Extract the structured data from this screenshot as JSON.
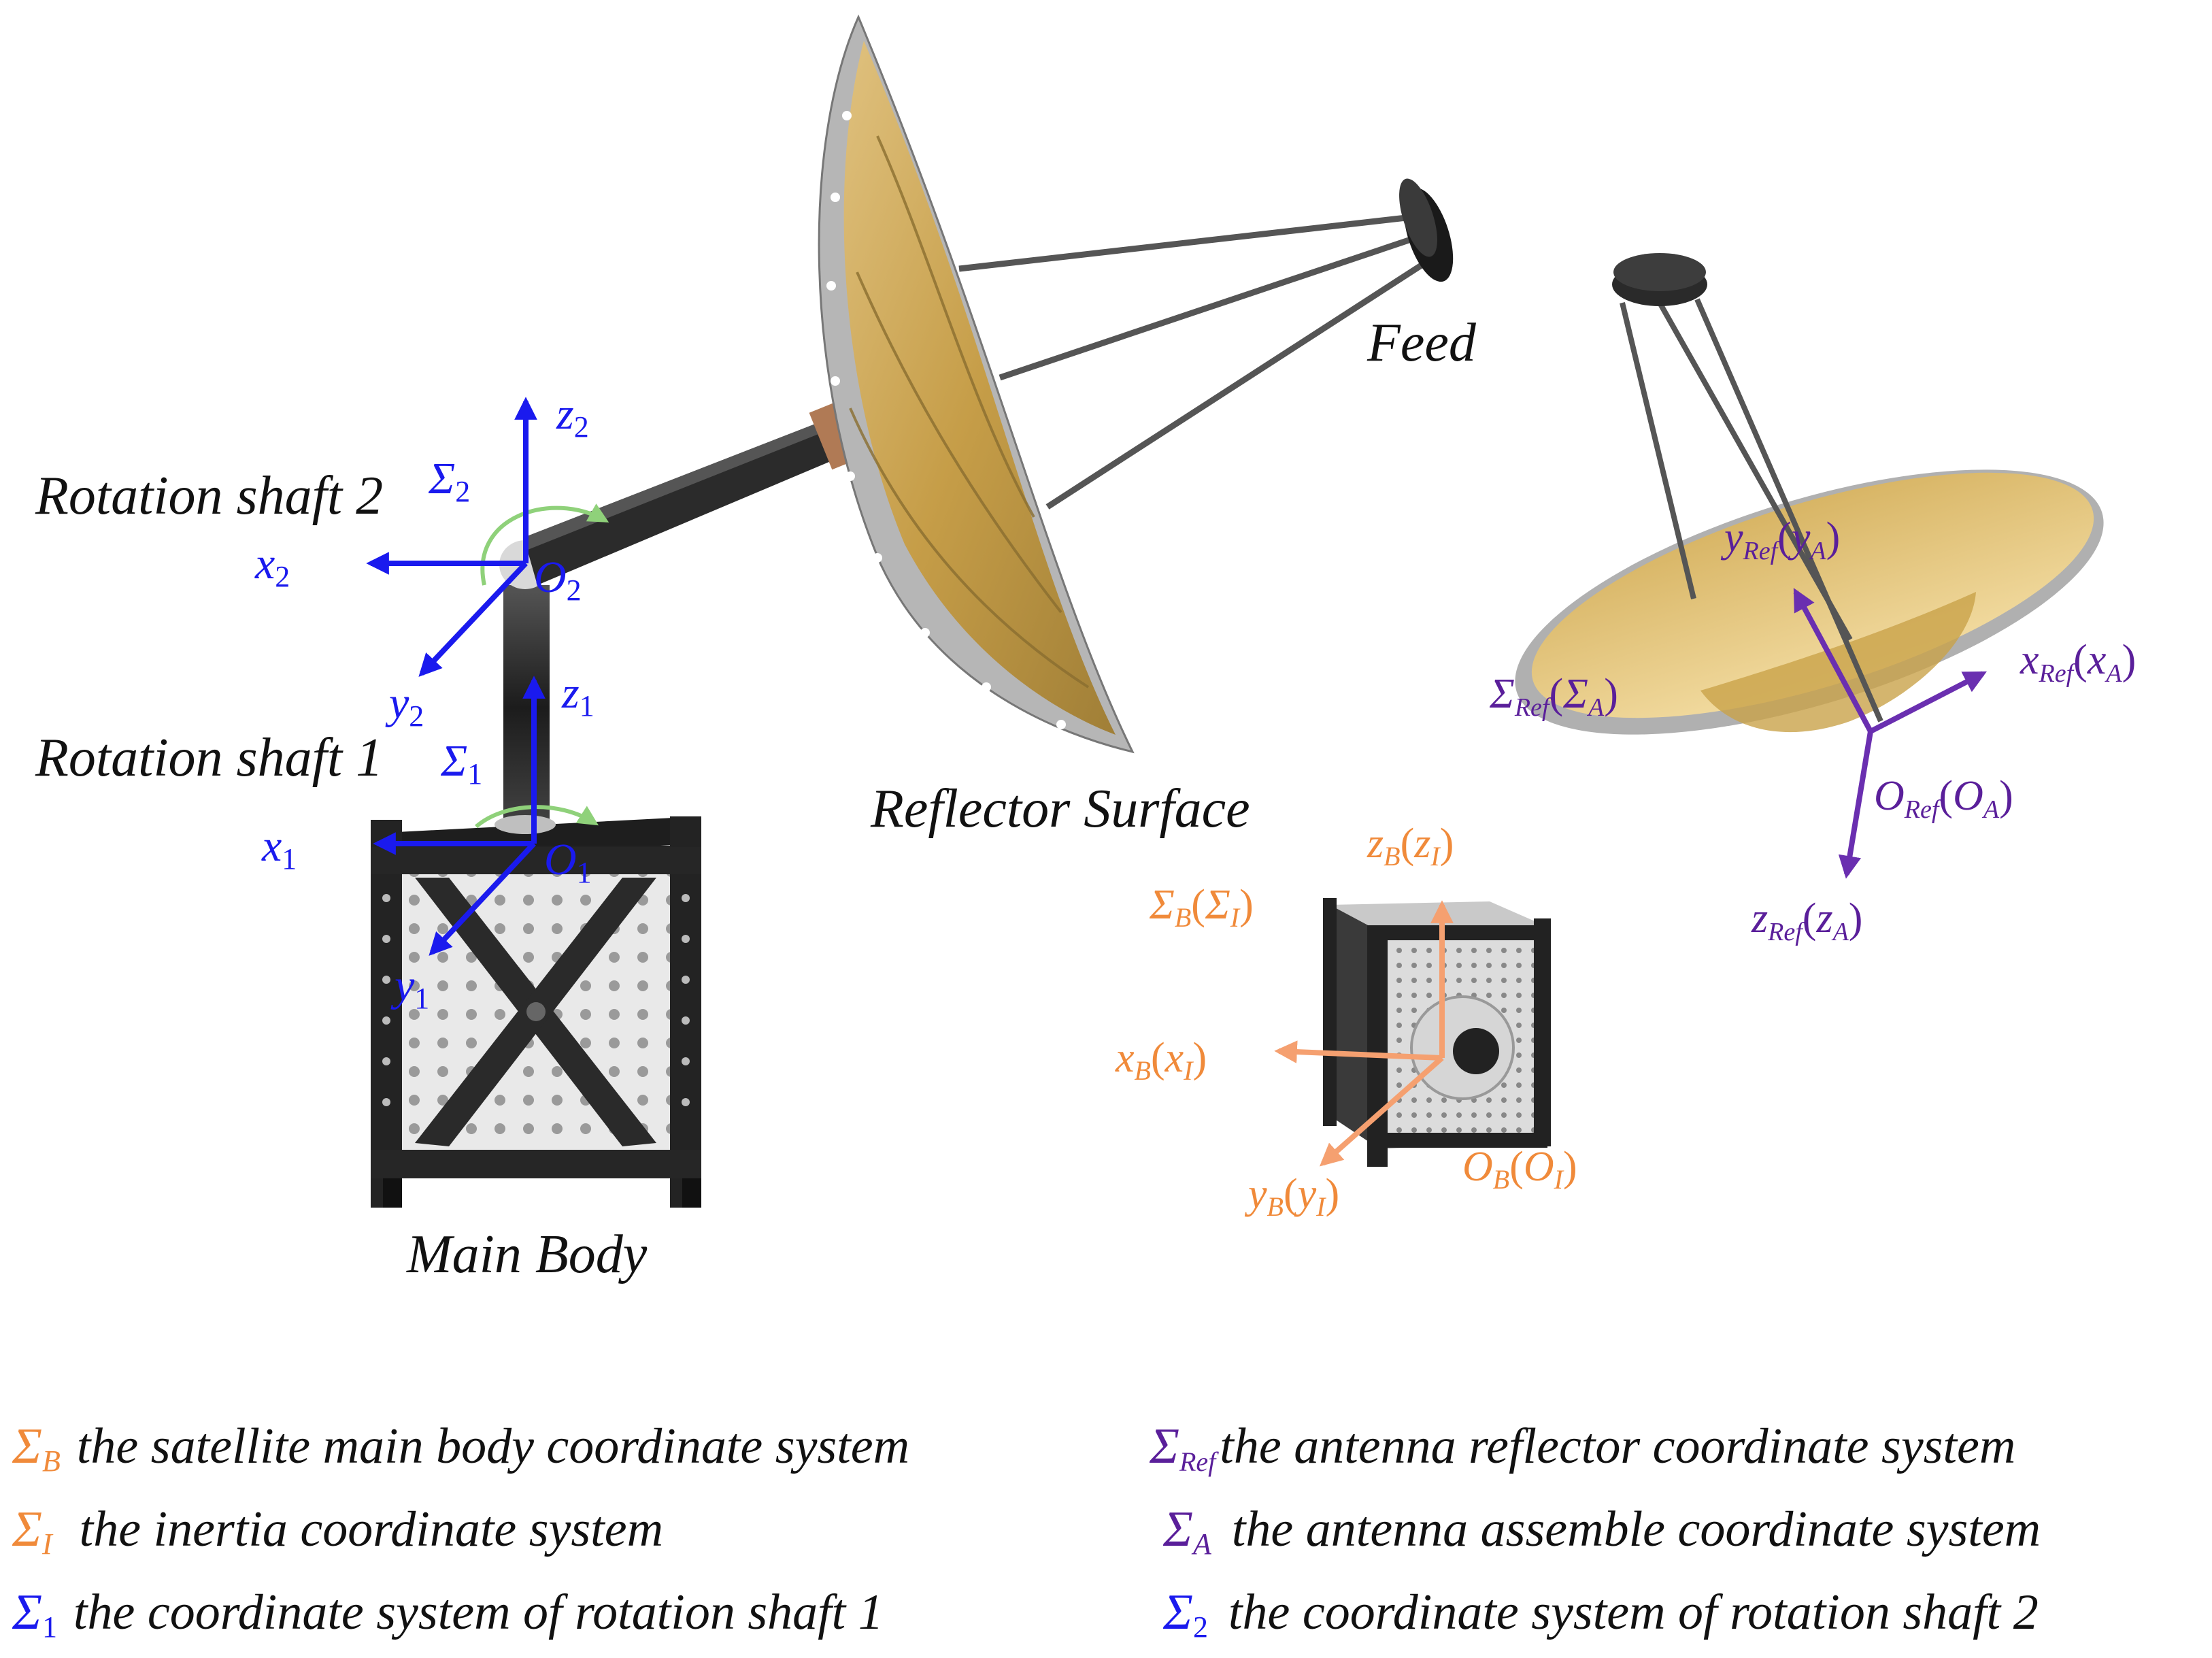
{
  "labels": {
    "feed": "Feed",
    "reflector_surface": "Reflector Surface",
    "main_body": "Main Body",
    "rotation_shaft_2": "Rotation shaft 2",
    "rotation_shaft_1": "Rotation shaft 1"
  },
  "frames": {
    "shaft2": {
      "sigma": "Σ",
      "sigma_sub": "2",
      "x": "x",
      "x_sub": "2",
      "y": "y",
      "y_sub": "2",
      "z": "z",
      "z_sub": "2",
      "origin": "O",
      "origin_sub": "2"
    },
    "shaft1": {
      "sigma": "Σ",
      "sigma_sub": "1",
      "x": "x",
      "x_sub": "1",
      "y": "y",
      "y_sub": "1",
      "z": "z",
      "z_sub": "1",
      "origin": "O",
      "origin_sub": "1"
    },
    "body": {
      "sigma": "Σ",
      "sigma_sub": "B",
      "sigma_paren": "Σ",
      "sigma_paren_sub": "I",
      "x": "x",
      "x_sub": "B",
      "x_paren": "x",
      "x_paren_sub": "I",
      "y": "y",
      "y_sub": "B",
      "y_paren": "y",
      "y_paren_sub": "I",
      "z": "z",
      "z_sub": "B",
      "z_paren": "z",
      "z_paren_sub": "I",
      "origin": "O",
      "origin_sub": "B",
      "origin_paren": "O",
      "origin_paren_sub": "I"
    },
    "reflector": {
      "sigma": "Σ",
      "sigma_sub": "Ref",
      "sigma_paren": "Σ",
      "sigma_paren_sub": "A",
      "x": "x",
      "x_sub": "Ref",
      "x_paren": "x",
      "x_paren_sub": "A",
      "y": "y",
      "y_sub": "Ref",
      "y_paren": "y",
      "y_paren_sub": "A",
      "z": "z",
      "z_sub": "Ref",
      "z_paren": "z",
      "z_paren_sub": "A",
      "origin": "O",
      "origin_sub": "Ref",
      "origin_paren": "O",
      "origin_paren_sub": "A"
    }
  },
  "legend": [
    {
      "symbol": "Σ",
      "sub": "B",
      "text": "the satellite main body coordinate system",
      "color": "#f08a3a"
    },
    {
      "symbol": "Σ",
      "sub": "I",
      "text": "the inertia coordinate system",
      "color": "#f08a3a"
    },
    {
      "symbol": "Σ",
      "sub": "1",
      "text": "the coordinate system of rotation shaft 1",
      "color": "#1a1aee"
    },
    {
      "symbol": "Σ",
      "sub": "Ref",
      "text": "the antenna reflector coordinate system",
      "color": "#5a1f9a"
    },
    {
      "symbol": "Σ",
      "sub": "A",
      "text": "the antenna assemble coordinate system",
      "color": "#5a1f9a"
    },
    {
      "symbol": "Σ",
      "sub": "2",
      "text": "the coordinate system of rotation shaft 2",
      "color": "#1a1aee"
    }
  ],
  "colors": {
    "blue": "#1a1aee",
    "orange": "#f5a070",
    "orange_text": "#f08a3a",
    "purple": "#6a2fb0",
    "purple_text": "#5a1f9a",
    "green": "#8fd17a",
    "gold": "#c9a24a",
    "frame_dark": "#2b2b2b"
  }
}
